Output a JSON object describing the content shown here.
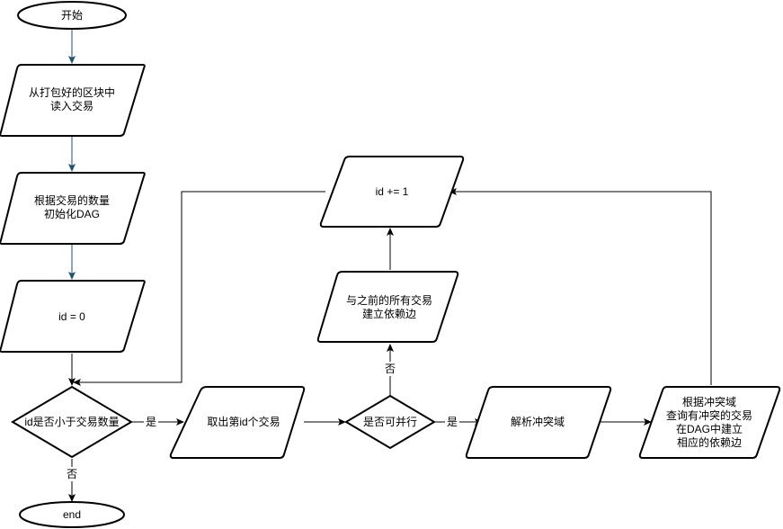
{
  "nodes": {
    "start": "开始",
    "read_tx": [
      "从打包好的区块中",
      "读入交易"
    ],
    "init_dag": [
      "根据交易的数量",
      "初始化DAG"
    ],
    "id_zero": "id = 0",
    "id_less": "id是否小于交易数量",
    "take_tx": "取出第id个交易",
    "parallel": "是否可并行",
    "parse_conflict": "解析冲突域",
    "query_conflict": [
      "根据冲突域",
      "查询有冲突的交易",
      "在DAG中建立",
      "相应的依赖边"
    ],
    "build_all_edges": [
      "与之前的所有交易",
      "建立依赖边"
    ],
    "id_inc": "id += 1",
    "end": "end"
  },
  "edge_labels": {
    "id_less_yes": "是",
    "id_less_no": "否",
    "parallel_yes": "是",
    "parallel_no": "否"
  }
}
